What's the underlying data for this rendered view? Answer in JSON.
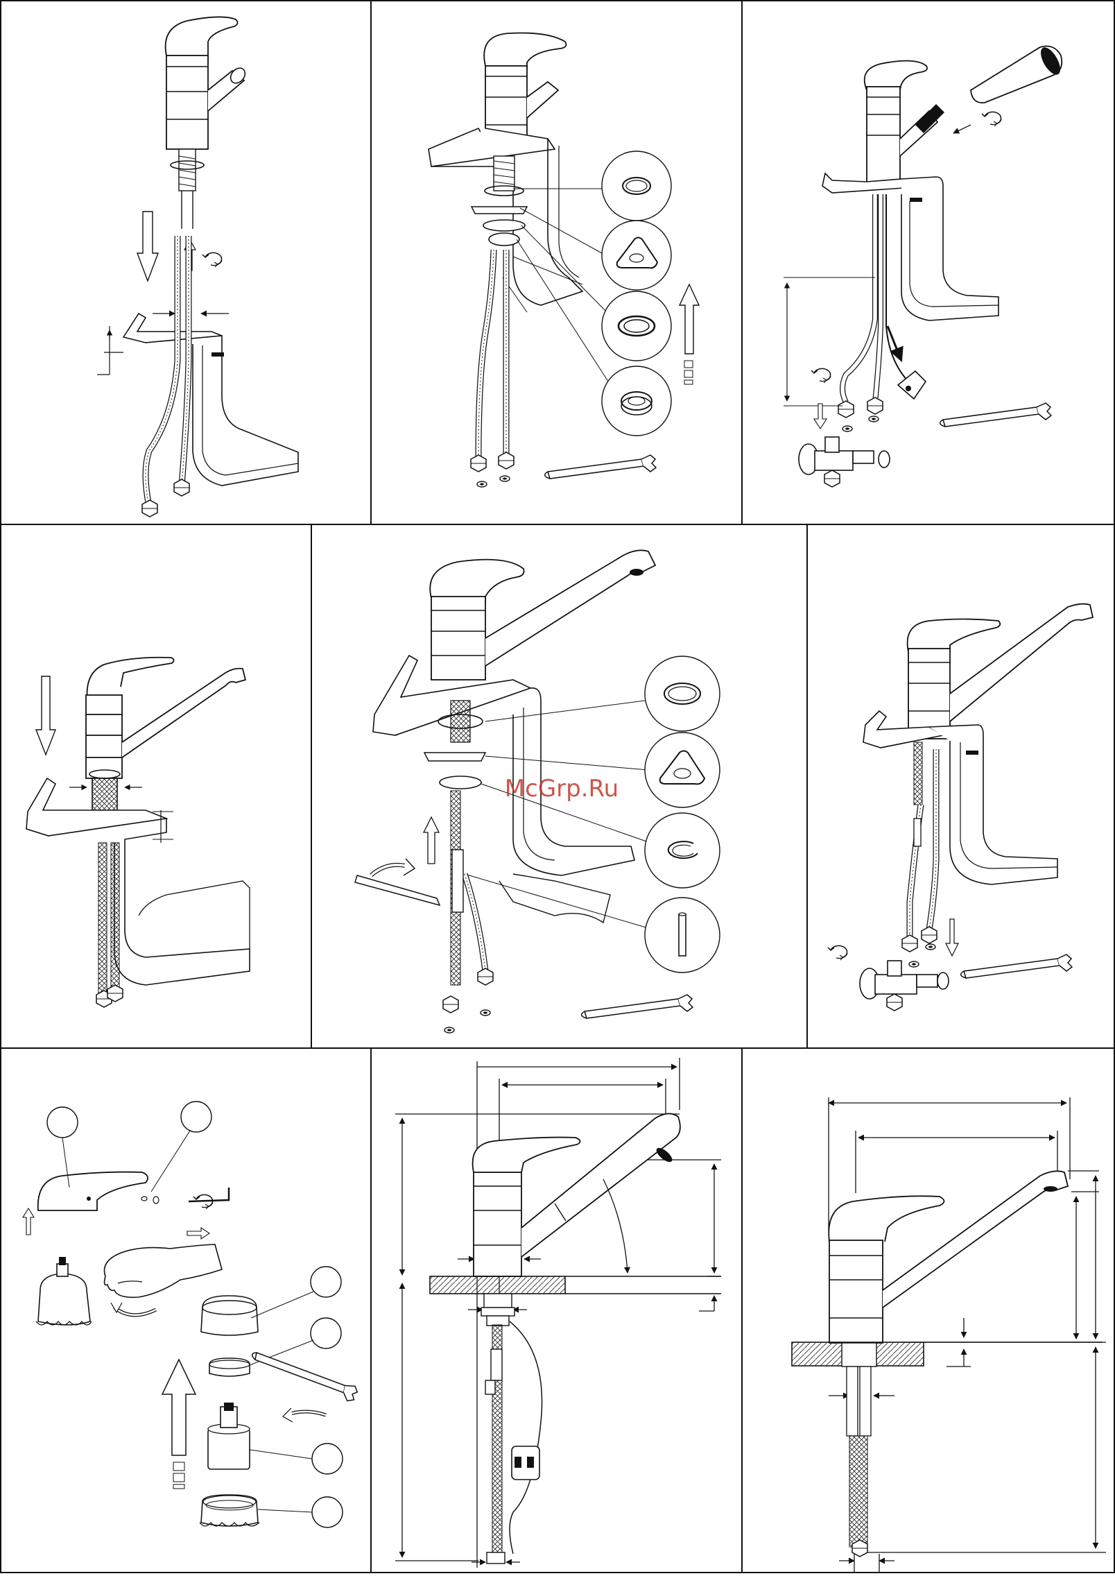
{
  "watermark": {
    "text": "McGrp.Ru",
    "color": "#c0392b"
  },
  "colors": {
    "line": "#111111",
    "paper": "#ffffff",
    "hatch": "#444444"
  },
  "panels": [
    {
      "id": "install-pullout-insert",
      "icons": [
        "down-arrow-icon",
        "rotate-icon",
        "up-arrow-icon",
        "hose-icon"
      ]
    },
    {
      "id": "install-pullout-parts",
      "icons": [
        "washer-icon",
        "triangle-washer-icon",
        "seal-ring-icon",
        "nut-icon",
        "up-arrow-icon",
        "wrench-icon"
      ]
    },
    {
      "id": "connect-pullout-hoses",
      "icons": [
        "spray-head-icon",
        "rotate-icon",
        "angle-valve-icon",
        "wrench-icon",
        "weight-icon"
      ]
    },
    {
      "id": "install-fixed-insert",
      "icons": [
        "down-arrow-icon",
        "hose-icon"
      ]
    },
    {
      "id": "install-fixed-parts",
      "icons": [
        "washer-icon",
        "triangle-washer-icon",
        "snap-ring-icon",
        "pin-icon",
        "up-arrow-icon",
        "rotate-icon",
        "wrench-icon"
      ]
    },
    {
      "id": "connect-fixed-hoses",
      "icons": [
        "rotate-icon",
        "angle-valve-icon",
        "wrench-icon",
        "down-arrow-icon"
      ]
    },
    {
      "id": "cartridge-replacement",
      "icons": [
        "lever-icon",
        "screw-icon",
        "hex-key-icon",
        "hand-icon",
        "cap-icon",
        "ring-nut-icon",
        "cartridge-icon",
        "housing-icon",
        "wrench-icon"
      ]
    },
    {
      "id": "dimensions-pullout",
      "icons": [
        "dimension-line-icon",
        "countertop-icon",
        "angle-icon"
      ]
    },
    {
      "id": "dimensions-fixed",
      "icons": [
        "dimension-line-icon",
        "countertop-icon"
      ]
    }
  ]
}
